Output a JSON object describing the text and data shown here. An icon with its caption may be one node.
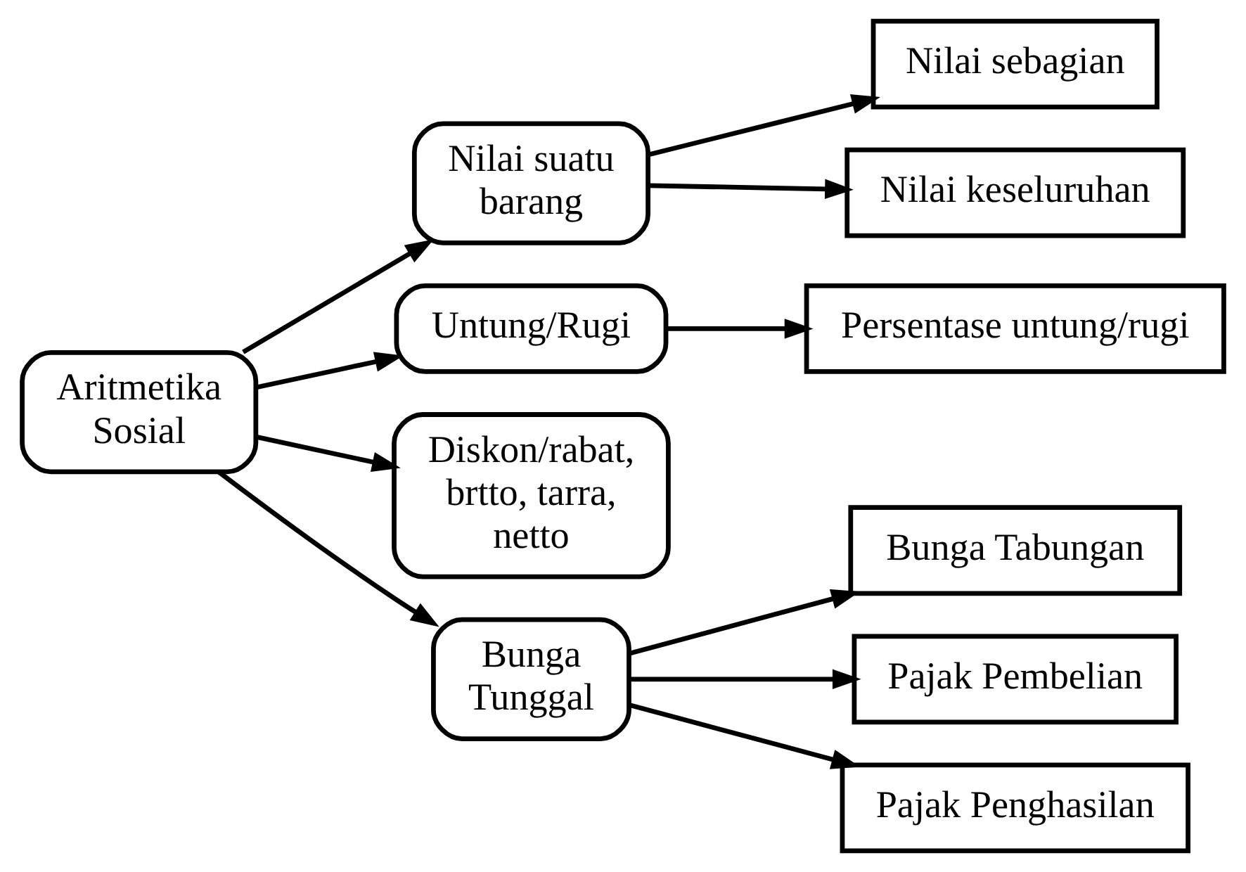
{
  "diagram": {
    "nodes": [
      {
        "text": [
          "Aritmetika Sosial"
        ]
      },
      {
        "text": [
          "Nilai suatu barang"
        ]
      },
      {
        "text": [
          "Untung/Rugi"
        ]
      },
      {
        "text": [
          "Diskon/rabat, brtto, tarra, netto"
        ]
      },
      {
        "text": [
          "Bunga Tunggal"
        ]
      },
      {
        "text": [
          "Nilai sebagian"
        ]
      },
      {
        "text": [
          "Nilai keseluruhan"
        ]
      },
      {
        "text": [
          "Persentase untung/rugi"
        ]
      },
      {
        "text": [
          "Bunga Tabungan"
        ]
      },
      {
        "text": [
          "Pajak Pembelian"
        ]
      },
      {
        "text": [
          "Pajak Penghasilan"
        ]
      }
    ],
    "edges": [
      {
        "from": 0,
        "to": 1,
        "arrow": "to"
      },
      {
        "from": 0,
        "to": 2,
        "arrow": "to"
      },
      {
        "from": 0,
        "to": 3,
        "arrow": "to"
      },
      {
        "from": 0,
        "to": 4,
        "arrow": "to"
      },
      {
        "from": 1,
        "to": 5,
        "arrow": "to"
      },
      {
        "from": 1,
        "to": 6,
        "arrow": "to"
      },
      {
        "from": 2,
        "to": 7,
        "arrow": "to"
      },
      {
        "from": 4,
        "to": 8,
        "arrow": "to"
      },
      {
        "from": 4,
        "to": 9,
        "arrow": "to"
      },
      {
        "from": 4,
        "to": 10,
        "arrow": "to"
      }
    ]
  }
}
